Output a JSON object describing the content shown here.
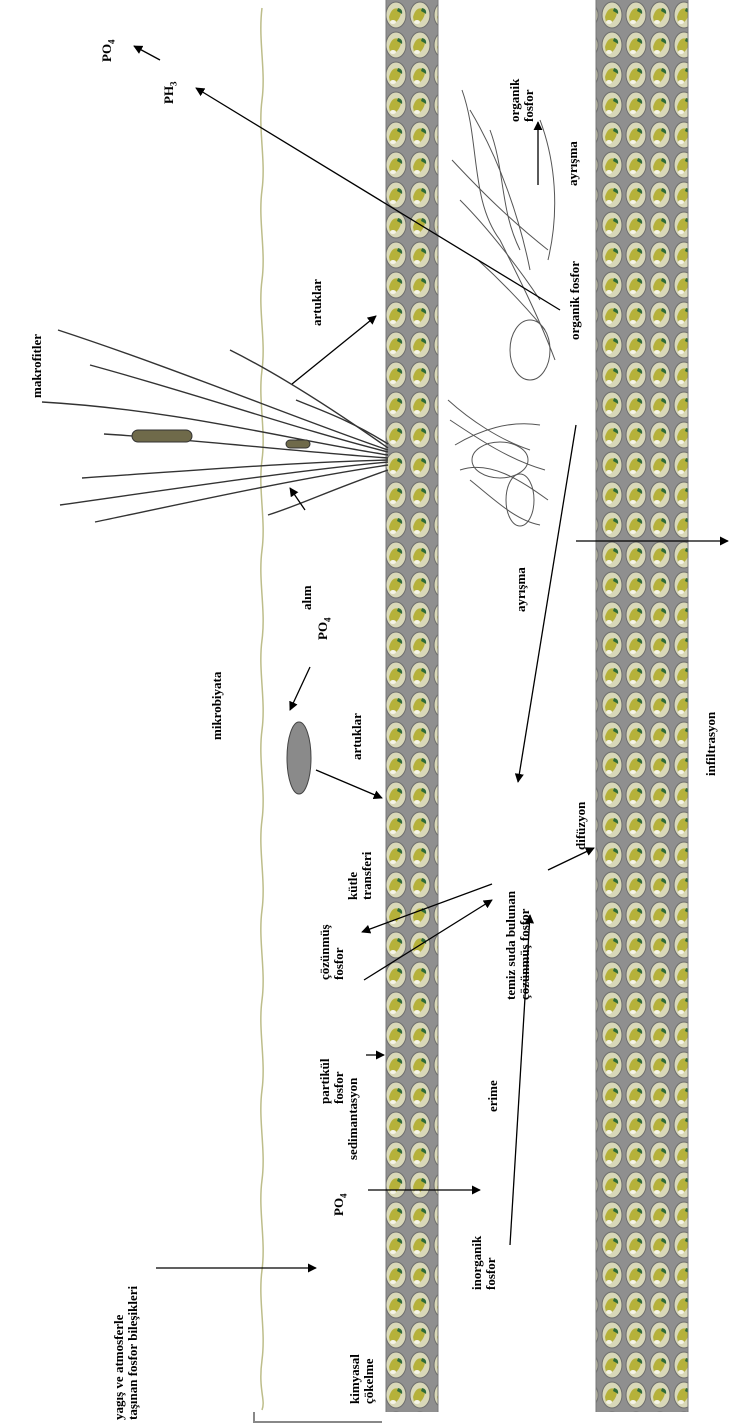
{
  "labels": {
    "po4_top": "PO",
    "po4_top_sub": "4",
    "ph3": "PH",
    "ph3_sub": "3",
    "organik_fosfor_top_1": "organik",
    "organik_fosfor_top_2": "fosfor",
    "ayrisma_top": "ayrışma",
    "organik_fosfor_mid": "organik  fosfor",
    "artuklar_top": "artuklar",
    "makrofitler": "makrofitler",
    "alim": "alım",
    "po4_alim": "PO",
    "po4_alim_sub": "4",
    "ayrisma_mid": "ayrışma",
    "infiltrasyon": "infiltrasyon",
    "mikrobiyata": "mikrobiyata",
    "artuklar_mid": "artuklar",
    "kutle_transferi_1": "kütle",
    "kutle_transferi_2": "transferi",
    "temiz_su_1": "temiz suda bulunan",
    "temiz_su_2": "çözünmüş fosfor",
    "difuzyon": "difüzyon",
    "cozunmus_fosfor_1": "çözünmüş",
    "cozunmus_fosfor_2": "fosfor",
    "partikul_fosfor_1": "partikül",
    "partikul_fosfor_2": "fosfor",
    "erime": "erime",
    "sedimantasyon": "sedimantasyon",
    "po4_sed": "PO",
    "po4_sed_sub": "4",
    "inorganik_fosfor_1": "inorganik",
    "inorganik_fosfor_2": "fosfor",
    "yagis_1": "yagış ve atmosferle",
    "yagis_2": "taşınan  fosfor  bileşikleri",
    "kimyasal_1": "kimyasal",
    "kimyasal_2": "çökelme"
  },
  "colors": {
    "band_gray": "#8f8f8f",
    "bead_olive": "#b5b13a",
    "bead_light": "#d9d8b8",
    "bead_green": "#2e6b3a",
    "water_line": "#bdbd8a",
    "microbe": "#8a8a8a"
  }
}
